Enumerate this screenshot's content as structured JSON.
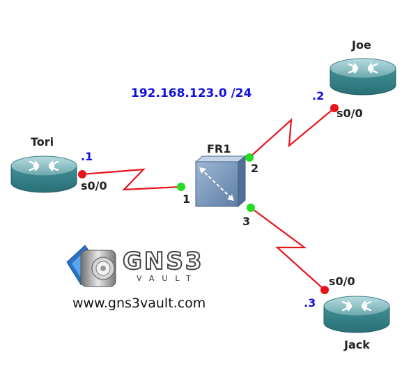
{
  "network": {
    "label": "192.168.123.0 /24"
  },
  "switch": {
    "name": "FR1",
    "ports": {
      "p1": "1",
      "p2": "2",
      "p3": "3"
    }
  },
  "routers": {
    "tori": {
      "name": "Tori",
      "ip": ".1",
      "interface": "s0/0"
    },
    "joe": {
      "name": "Joe",
      "ip": ".2",
      "interface": "s0/0"
    },
    "jack": {
      "name": "Jack",
      "ip": ".3",
      "interface": "s0/0"
    }
  },
  "logo": {
    "brand": "GNS3",
    "sub": "VAULT",
    "url": "www.gns3vault.com"
  },
  "colors": {
    "link": "#e8141c",
    "endpoint_router": "#e8141c",
    "endpoint_switch": "#22dd22",
    "router_body": "#3d8f95",
    "switch_body": "#6f8fb3",
    "ip_text": "#1010e0"
  }
}
